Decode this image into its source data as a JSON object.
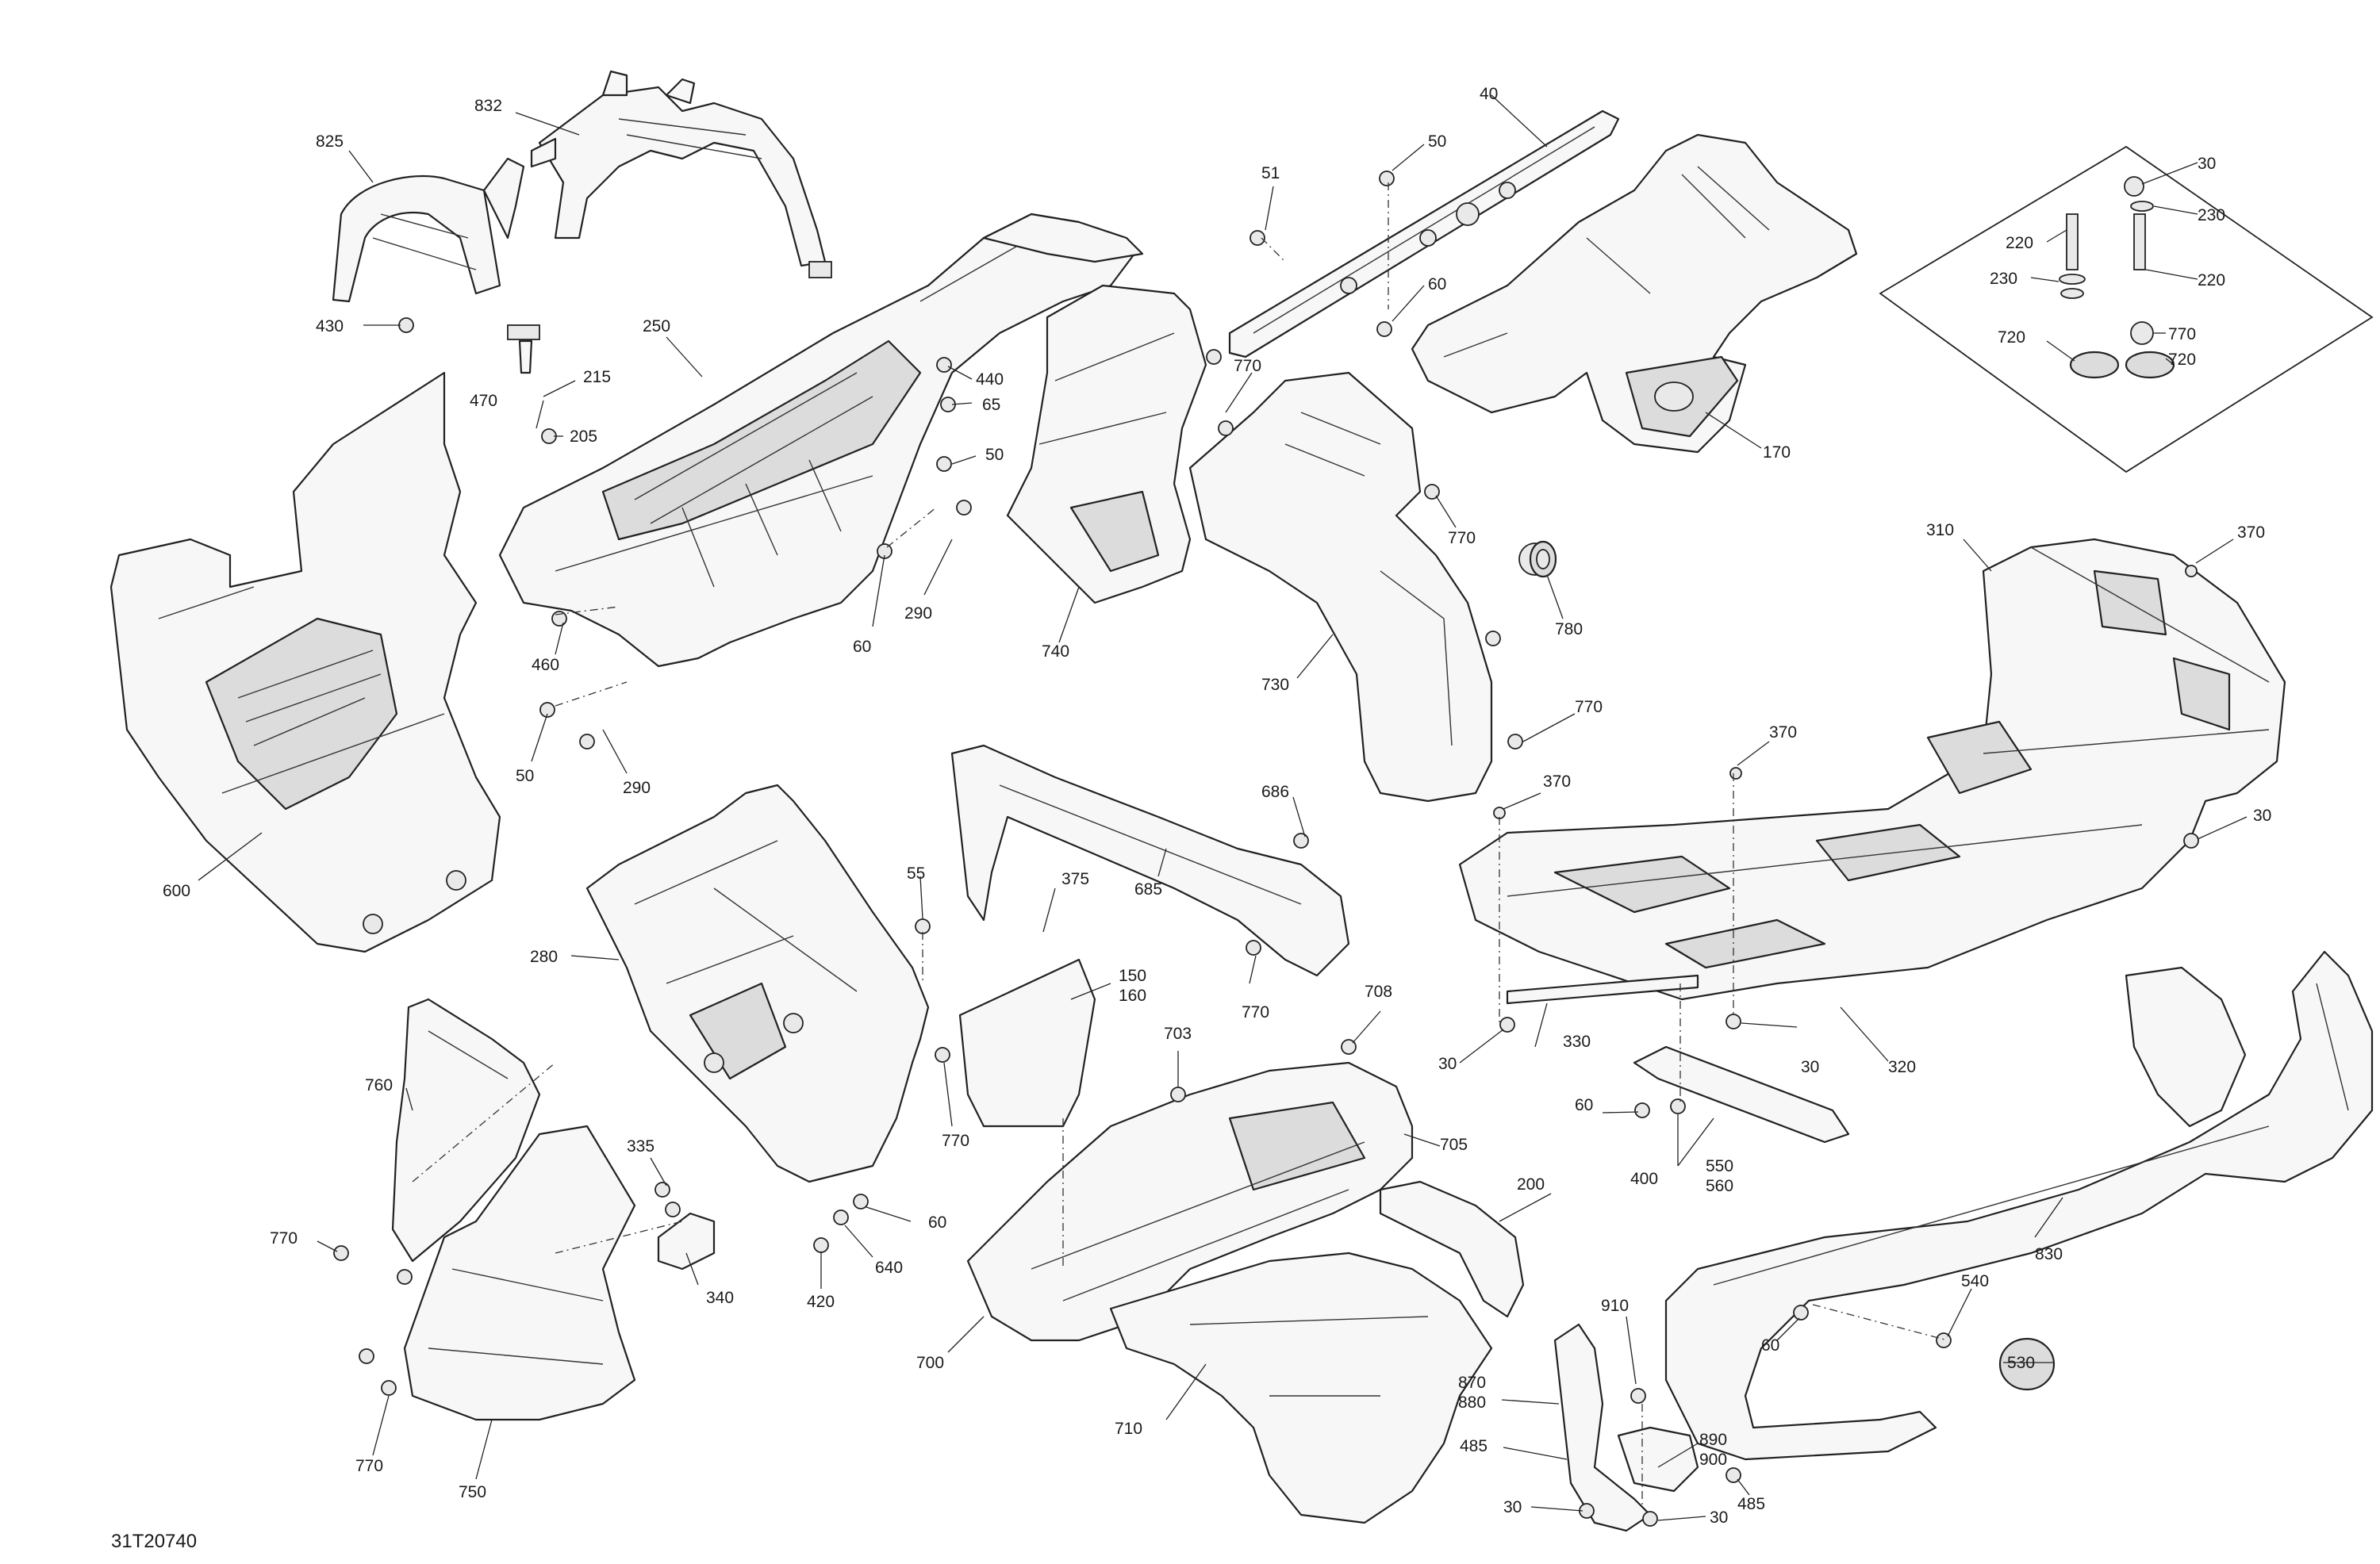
{
  "document": {
    "code": "31T20740"
  },
  "callouts": [
    {
      "id": "832",
      "label": "832"
    },
    {
      "id": "825",
      "label": "825"
    },
    {
      "id": "430",
      "label": "430"
    },
    {
      "id": "250",
      "label": "250"
    },
    {
      "id": "215",
      "label": "215"
    },
    {
      "id": "470",
      "label": "470"
    },
    {
      "id": "205",
      "label": "205"
    },
    {
      "id": "440",
      "label": "440"
    },
    {
      "id": "65",
      "label": "65"
    },
    {
      "id": "50a",
      "label": "50"
    },
    {
      "id": "290a",
      "label": "290"
    },
    {
      "id": "60a",
      "label": "60"
    },
    {
      "id": "460",
      "label": "460"
    },
    {
      "id": "50b",
      "label": "50"
    },
    {
      "id": "290b",
      "label": "290"
    },
    {
      "id": "600",
      "label": "600"
    },
    {
      "id": "40",
      "label": "40"
    },
    {
      "id": "51",
      "label": "51"
    },
    {
      "id": "50c",
      "label": "50"
    },
    {
      "id": "60b",
      "label": "60"
    },
    {
      "id": "770a",
      "label": "770"
    },
    {
      "id": "740",
      "label": "740"
    },
    {
      "id": "770b",
      "label": "770"
    },
    {
      "id": "780",
      "label": "780"
    },
    {
      "id": "730",
      "label": "730"
    },
    {
      "id": "770c",
      "label": "770"
    },
    {
      "id": "170",
      "label": "170"
    },
    {
      "id": "30a",
      "label": "30"
    },
    {
      "id": "230a",
      "label": "230"
    },
    {
      "id": "220a",
      "label": "220"
    },
    {
      "id": "230b",
      "label": "230"
    },
    {
      "id": "220b",
      "label": "220"
    },
    {
      "id": "720a",
      "label": "720"
    },
    {
      "id": "770d",
      "label": "770"
    },
    {
      "id": "720b",
      "label": "720"
    },
    {
      "id": "310",
      "label": "310"
    },
    {
      "id": "370a",
      "label": "370"
    },
    {
      "id": "370b",
      "label": "370"
    },
    {
      "id": "370c",
      "label": "370"
    },
    {
      "id": "30b",
      "label": "30"
    },
    {
      "id": "280",
      "label": "280"
    },
    {
      "id": "55",
      "label": "55"
    },
    {
      "id": "686",
      "label": "686"
    },
    {
      "id": "375",
      "label": "375"
    },
    {
      "id": "685",
      "label": "685"
    },
    {
      "id": "770e",
      "label": "770"
    },
    {
      "id": "150",
      "label": "150"
    },
    {
      "id": "160",
      "label": "160"
    },
    {
      "id": "708",
      "label": "708"
    },
    {
      "id": "703",
      "label": "703"
    },
    {
      "id": "770f",
      "label": "770"
    },
    {
      "id": "760",
      "label": "760"
    },
    {
      "id": "335",
      "label": "335"
    },
    {
      "id": "770g",
      "label": "770"
    },
    {
      "id": "340",
      "label": "340"
    },
    {
      "id": "60c",
      "label": "60"
    },
    {
      "id": "640",
      "label": "640"
    },
    {
      "id": "420",
      "label": "420"
    },
    {
      "id": "705",
      "label": "705"
    },
    {
      "id": "700",
      "label": "700"
    },
    {
      "id": "200",
      "label": "200"
    },
    {
      "id": "710",
      "label": "710"
    },
    {
      "id": "770h",
      "label": "770"
    },
    {
      "id": "750",
      "label": "750"
    },
    {
      "id": "30c",
      "label": "30"
    },
    {
      "id": "330",
      "label": "330"
    },
    {
      "id": "30d",
      "label": "30"
    },
    {
      "id": "320",
      "label": "320"
    },
    {
      "id": "60d",
      "label": "60"
    },
    {
      "id": "400",
      "label": "400"
    },
    {
      "id": "550",
      "label": "550"
    },
    {
      "id": "560",
      "label": "560"
    },
    {
      "id": "830",
      "label": "830"
    },
    {
      "id": "910",
      "label": "910"
    },
    {
      "id": "870",
      "label": "870"
    },
    {
      "id": "880",
      "label": "880"
    },
    {
      "id": "890",
      "label": "890"
    },
    {
      "id": "900",
      "label": "900"
    },
    {
      "id": "485a",
      "label": "485"
    },
    {
      "id": "485b",
      "label": "485"
    },
    {
      "id": "30e",
      "label": "30"
    },
    {
      "id": "30f",
      "label": "30"
    },
    {
      "id": "540",
      "label": "540"
    },
    {
      "id": "60e",
      "label": "60"
    },
    {
      "id": "530",
      "label": "530"
    }
  ]
}
